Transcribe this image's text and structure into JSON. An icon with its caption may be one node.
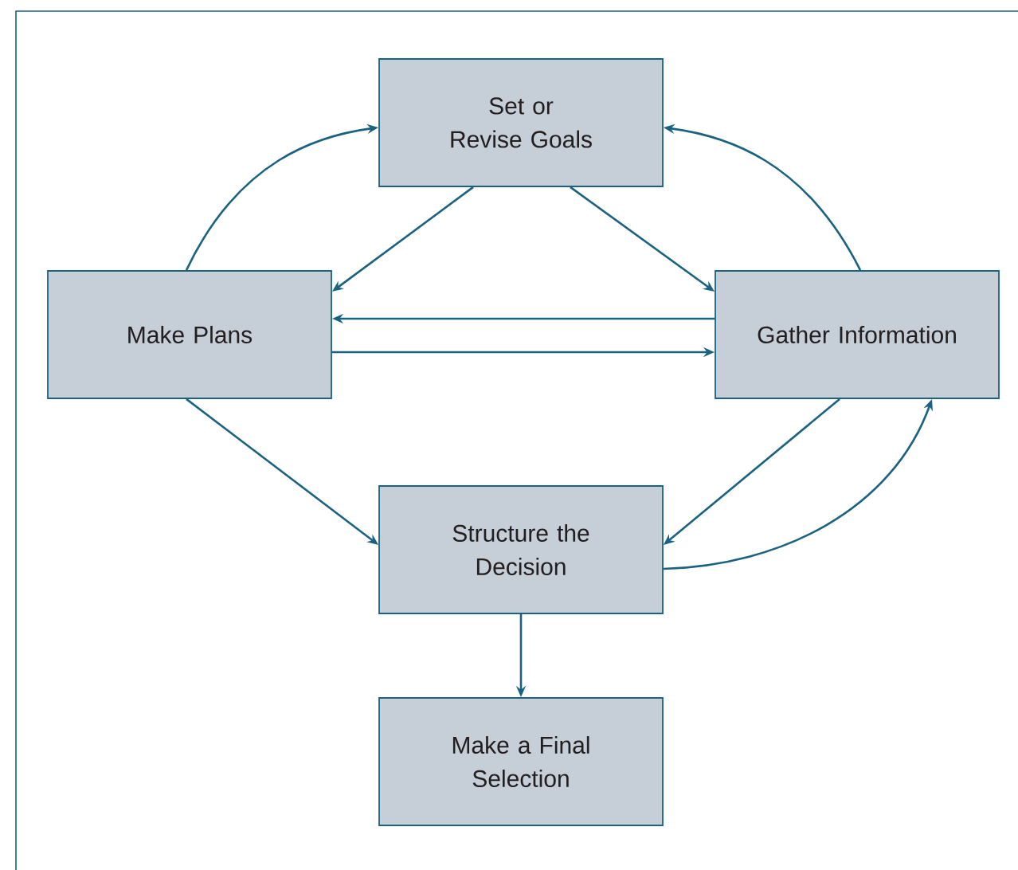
{
  "diagram": {
    "nodes": [
      {
        "text": [
          "Set or Revise Goals"
        ]
      },
      {
        "text": [
          "Make Plans"
        ]
      },
      {
        "text": [
          "Gather Information"
        ]
      },
      {
        "text": [
          "Structure the Decision"
        ]
      },
      {
        "text": [
          "Make a Final Selection"
        ]
      }
    ],
    "edges": [
      {
        "from": 1,
        "to": 0,
        "arrow": "to"
      },
      {
        "from": 2,
        "to": 0,
        "arrow": "to"
      },
      {
        "from": 0,
        "to": 1,
        "arrow": "to"
      },
      {
        "from": 0,
        "to": 2,
        "arrow": "to"
      },
      {
        "from": 2,
        "to": 1,
        "arrow": "to"
      },
      {
        "from": 1,
        "to": 2,
        "arrow": "to"
      },
      {
        "from": 1,
        "to": 3,
        "arrow": "to"
      },
      {
        "from": 2,
        "to": 3,
        "arrow": "to"
      },
      {
        "from": 3,
        "to": 2,
        "arrow": "to"
      },
      {
        "from": 3,
        "to": 4,
        "arrow": "to"
      }
    ]
  }
}
